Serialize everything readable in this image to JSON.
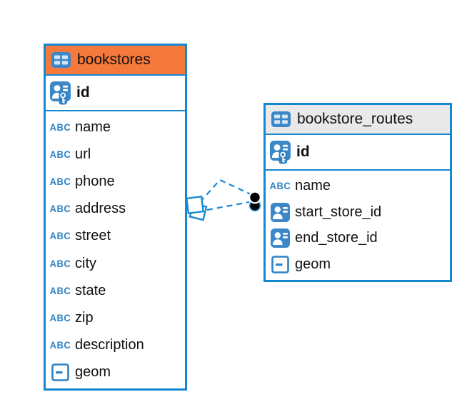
{
  "diagram": {
    "tables": [
      {
        "name": "bookstores",
        "header_style": "orange",
        "primary_key": {
          "label": "id"
        },
        "columns": [
          {
            "label": "name",
            "type": "text"
          },
          {
            "label": "url",
            "type": "text"
          },
          {
            "label": "phone",
            "type": "text"
          },
          {
            "label": "address",
            "type": "text"
          },
          {
            "label": "street",
            "type": "text"
          },
          {
            "label": "city",
            "type": "text"
          },
          {
            "label": "state",
            "type": "text"
          },
          {
            "label": "zip",
            "type": "text"
          },
          {
            "label": "description",
            "type": "text"
          },
          {
            "label": "geom",
            "type": "geometry"
          }
        ]
      },
      {
        "name": "bookstore_routes",
        "header_style": "gray",
        "primary_key": {
          "label": "id"
        },
        "columns": [
          {
            "label": "name",
            "type": "text"
          },
          {
            "label": "start_store_id",
            "type": "reference"
          },
          {
            "label": "end_store_id",
            "type": "reference"
          },
          {
            "label": "geom",
            "type": "geometry"
          }
        ]
      }
    ],
    "relationships": [
      {
        "from": "bookstore_routes.start_store_id",
        "to": "bookstores.id",
        "style": "dashed"
      },
      {
        "from": "bookstore_routes.end_store_id",
        "to": "bookstores.id",
        "style": "dashed"
      }
    ]
  },
  "icons": {
    "text_type_glyph": "ABC"
  },
  "colors": {
    "accent_blue": "#1489d2",
    "icon_blue": "#3b87c8",
    "icon_dark_blue": "#2e82c4",
    "selected_header_orange": "#f5793b",
    "header_gray": "#e9e9e9",
    "endpoint_black": "#000000",
    "text": "#111111",
    "background": "#ffffff"
  }
}
